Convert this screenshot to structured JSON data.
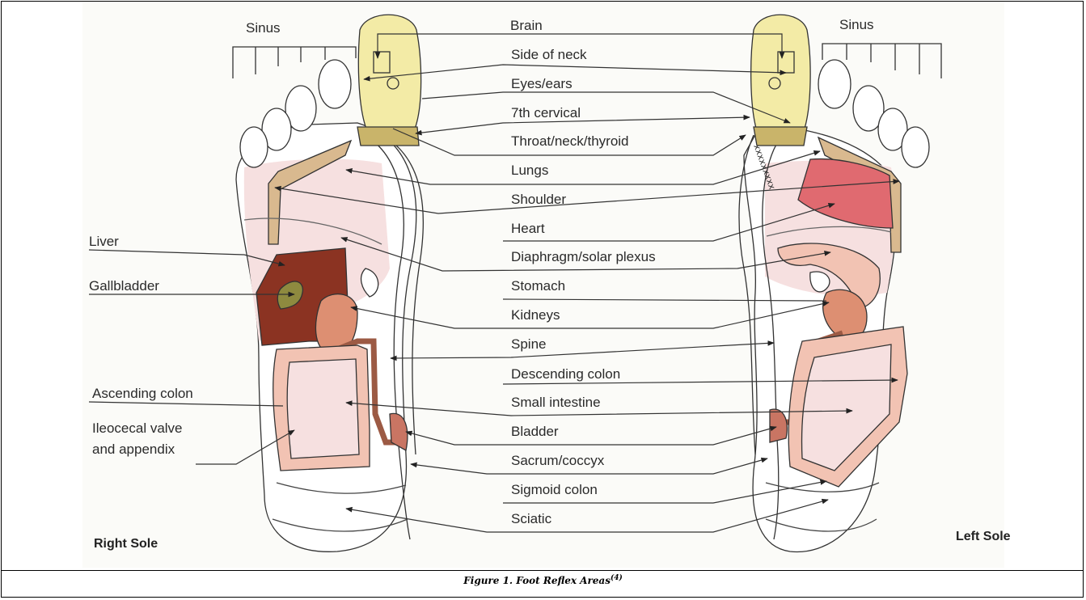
{
  "labels": {
    "sinus_left": "Sinus",
    "sinus_right": "Sinus",
    "brain": "Brain",
    "side_of_neck": "Side of neck",
    "eyes_ears": "Eyes/ears",
    "cervical": "7th cervical",
    "throat": "Throat/neck/thyroid",
    "lungs": "Lungs",
    "shoulder": "Shoulder",
    "heart": "Heart",
    "diaphragm": "Diaphragm/solar plexus",
    "stomach": "Stomach",
    "kidneys": "Kidneys",
    "spine": "Spine",
    "descending_colon": "Descending colon",
    "small_intestine": "Small intestine",
    "bladder": "Bladder",
    "sacrum": "Sacrum/coccyx",
    "sigmoid_colon": "Sigmoid colon",
    "sciatic": "Sciatic",
    "liver": "Liver",
    "gallbladder": "Gallbladder",
    "ascending_colon": "Ascending colon",
    "ileocecal_1": "Ileocecal valve",
    "ileocecal_2": "and appendix",
    "right_sole": "Right Sole",
    "left_sole": "Left Sole"
  },
  "caption": {
    "text": "Figure 1. Foot Reflex Areas",
    "ref": "(4)"
  },
  "colors": {
    "head_yellow": "#f3eba6",
    "neck_band": "#c9b46a",
    "shoulder_tan": "#d9b98f",
    "liver_brown": "#8b3322",
    "gallbladder_olive": "#8e8a3f",
    "kidney_salmon": "#dd8f72",
    "heart_red": "#e06a70",
    "pink_fill": "#f6e0e0",
    "colon_pink": "#f2c3b3"
  }
}
